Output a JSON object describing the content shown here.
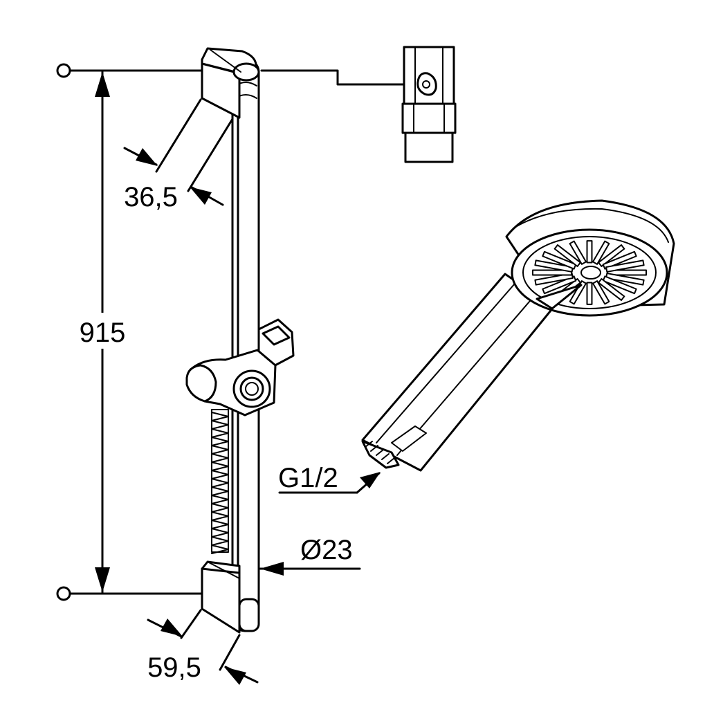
{
  "dimensions": {
    "height": "915",
    "upper_bracket_depth": "36,5",
    "lower_bracket_depth": "59,5",
    "rail_diameter": "Ø23",
    "thread": "G1/2"
  },
  "colors": {
    "stroke": "#000000",
    "background": "#ffffff"
  }
}
